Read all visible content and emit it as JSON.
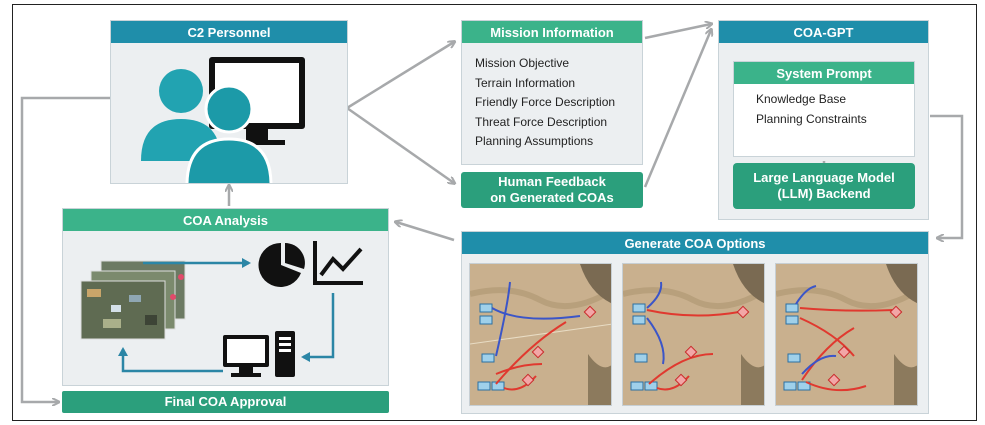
{
  "colors": {
    "teal_blue": "#1f8eaa",
    "green": "#3bb38a",
    "dark_green": "#2b9f7c",
    "arrow_gray": "#a7a9ab",
    "box_bg": "#eceff1"
  },
  "c2_personnel": {
    "title": "C2 Personnel",
    "icon": "users-at-monitor-icon"
  },
  "mission_information": {
    "title": "Mission Information",
    "items": [
      "Mission Objective",
      "Terrain Information",
      "Friendly Force Description",
      "Threat Force Description",
      "Planning Assumptions"
    ]
  },
  "human_feedback": {
    "line1": "Human Feedback",
    "line2": "on Generated COAs"
  },
  "coa_gpt": {
    "title": "COA-GPT",
    "system_prompt": {
      "title": "System Prompt",
      "items": [
        "Knowledge Base",
        "Planning Constraints"
      ]
    },
    "llm_backend": {
      "line1": "Large Language Model",
      "line2": "(LLM) Backend"
    }
  },
  "coa_analysis": {
    "title": "COA Analysis",
    "icons": [
      "simulation-screenshots-icon",
      "pie-chart-icon",
      "line-chart-icon",
      "computer-icon"
    ]
  },
  "final_coa_approval": {
    "title": "Final COA Approval"
  },
  "generate_coa_options": {
    "title": "Generate COA Options",
    "map_count": 3
  }
}
